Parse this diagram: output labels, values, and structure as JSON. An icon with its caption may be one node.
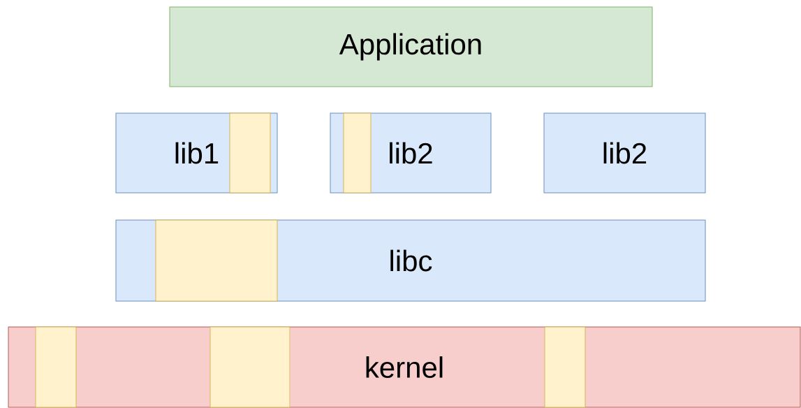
{
  "diagram": {
    "nodes": [
      {
        "text": [
          "Application"
        ]
      },
      {
        "text": [
          "lib1"
        ]
      },
      {
        "text": [],
        "shape": "box",
        "in": 1
      },
      {
        "text": [
          "lib2"
        ]
      },
      {
        "text": [],
        "shape": "box",
        "in": 3
      },
      {
        "text": [
          "lib2"
        ]
      },
      {
        "text": [
          "libc"
        ]
      },
      {
        "text": [],
        "shape": "box",
        "in": 6
      },
      {
        "text": [
          "kernel"
        ]
      },
      {
        "text": [],
        "shape": "box",
        "in": 8
      },
      {
        "text": [],
        "shape": "box",
        "in": 8
      },
      {
        "text": [],
        "shape": "box",
        "in": 8
      }
    ]
  }
}
